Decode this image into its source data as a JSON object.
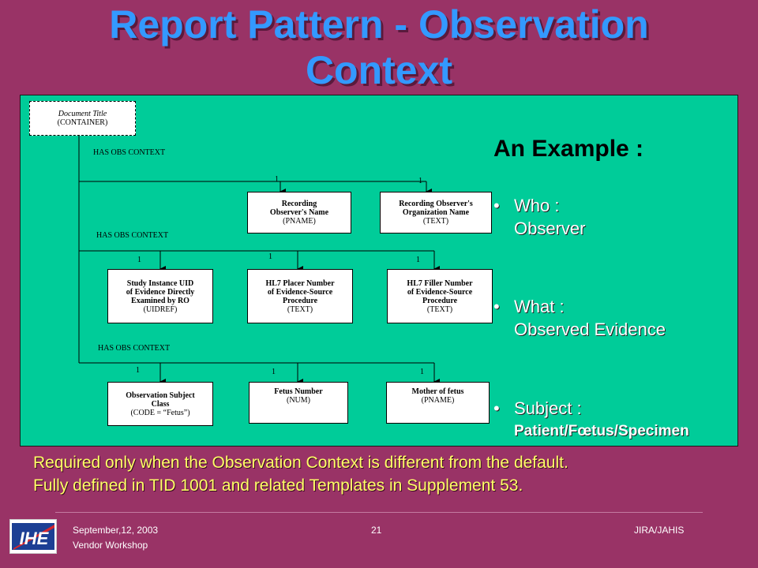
{
  "title": {
    "line1": "Report Pattern - Observation",
    "line2": "Context"
  },
  "diagram": {
    "root": {
      "italic": "Document Title",
      "sub": "(CONTAINER)"
    },
    "rel_labels": [
      "HAS OBS CONTEXT",
      "HAS OBS CONTEXT",
      "HAS OBS CONTEXT"
    ],
    "cardinality": "1",
    "row1": [
      {
        "l1": "Recording",
        "l2": "Observer's Name",
        "l3": "(PNAME)"
      },
      {
        "l1": "Recording Observer's",
        "l2": "Organization Name",
        "l3": "(TEXT)"
      }
    ],
    "row2": [
      {
        "l1": "Study Instance UID",
        "l2": "of Evidence Directly",
        "l3": "Examined by RO",
        "l4": "(UIDREF)"
      },
      {
        "l1": "HL7 Placer Number",
        "l2": "of Evidence-Source",
        "l3": "Procedure",
        "l4": "(TEXT)"
      },
      {
        "l1": "HL7 Filler Number",
        "l2": "of Evidence-Source",
        "l3": "Procedure",
        "l4": "(TEXT)"
      }
    ],
    "row3": [
      {
        "l1": "Observation Subject",
        "l2": "Class",
        "l3": "(CODE = “Fetus”)"
      },
      {
        "l1": "Fetus Number",
        "l2": "(NUM)"
      },
      {
        "l1": "Mother of fetus",
        "l2": "(PNAME)"
      }
    ]
  },
  "example": {
    "title": "An Example :",
    "bullets": [
      {
        "line1": "Who :",
        "line2": "Observer"
      },
      {
        "line1": "What :",
        "line2": "Observed Evidence"
      },
      {
        "line1": "Subject :",
        "line2": "Patient/Fœtus/Specimen"
      }
    ]
  },
  "required_text": {
    "line1": "Required only when the Observation Context is different from the default.",
    "line2": "Fully defined in TID 1001 and related Templates in Supplement 53."
  },
  "footer": {
    "date": "September,12,  2003",
    "event": "Vendor Workshop",
    "page": "21",
    "right": "JIRA/JAHIS",
    "logo_text": "IHE"
  },
  "colors": {
    "background": "#993366",
    "title": "#3399FF",
    "panel": "#00CC99",
    "required_text": "#FFFF66"
  }
}
